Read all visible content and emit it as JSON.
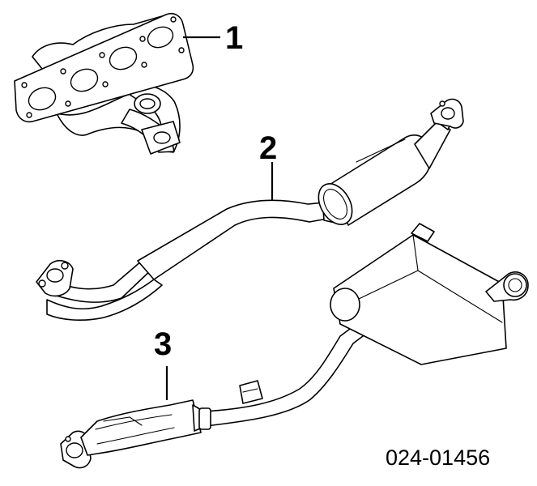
{
  "callouts": {
    "c1": "1",
    "c2": "2",
    "c3": "3"
  },
  "reference_number": "024-01456",
  "colors": {
    "line": "#000000",
    "background": "#ffffff"
  }
}
